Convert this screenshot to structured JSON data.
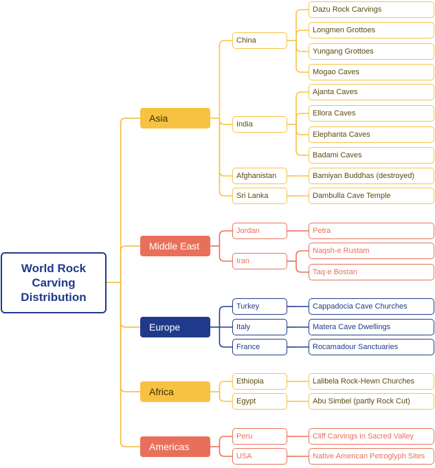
{
  "root": {
    "label": "World Rock Carving Distribution"
  },
  "colors": {
    "Asia": "#f7c242",
    "Middle East": "#e8705a",
    "Europe": "#1f3a8a",
    "Africa": "#f7c242",
    "Americas": "#e8705a"
  },
  "regions": [
    {
      "name": "Asia",
      "countries": [
        {
          "name": "China",
          "sites": [
            "Dazu Rock Carvings",
            "Longmen Grottoes",
            "Yungang Grottoes",
            "Mogao Caves"
          ]
        },
        {
          "name": "India",
          "sites": [
            "Ajanta Caves",
            "Ellora Caves",
            "Elephanta Caves",
            "Badami Caves"
          ]
        },
        {
          "name": "Afghanistan",
          "sites": [
            "Bamiyan Buddhas (destroyed)"
          ]
        },
        {
          "name": "Sri Lanka",
          "sites": [
            "Dambulla Cave Temple"
          ]
        }
      ]
    },
    {
      "name": "Middle East",
      "countries": [
        {
          "name": "Jordan",
          "sites": [
            "Petra"
          ]
        },
        {
          "name": "Iran",
          "sites": [
            "Naqsh-e Rustam",
            "Taq-e Bostan"
          ]
        }
      ]
    },
    {
      "name": "Europe",
      "countries": [
        {
          "name": "Turkey",
          "sites": [
            "Cappadocia Cave Churches"
          ]
        },
        {
          "name": "Italy",
          "sites": [
            "Matera Cave Dwellings"
          ]
        },
        {
          "name": "France",
          "sites": [
            "Rocamadour Sanctuaries"
          ]
        }
      ]
    },
    {
      "name": "Africa",
      "countries": [
        {
          "name": "Ethiopia",
          "sites": [
            "Lalibela Rock-Hewn Churches"
          ]
        },
        {
          "name": "Egypt",
          "sites": [
            "Abu Simbel (partly Rock Cut)"
          ]
        }
      ]
    },
    {
      "name": "Americas",
      "countries": [
        {
          "name": "Peru",
          "sites": [
            "Cliff Carvings in Sacred Valley"
          ]
        },
        {
          "name": "USA",
          "sites": [
            "Native American Petroglyph Sites"
          ]
        }
      ]
    }
  ]
}
